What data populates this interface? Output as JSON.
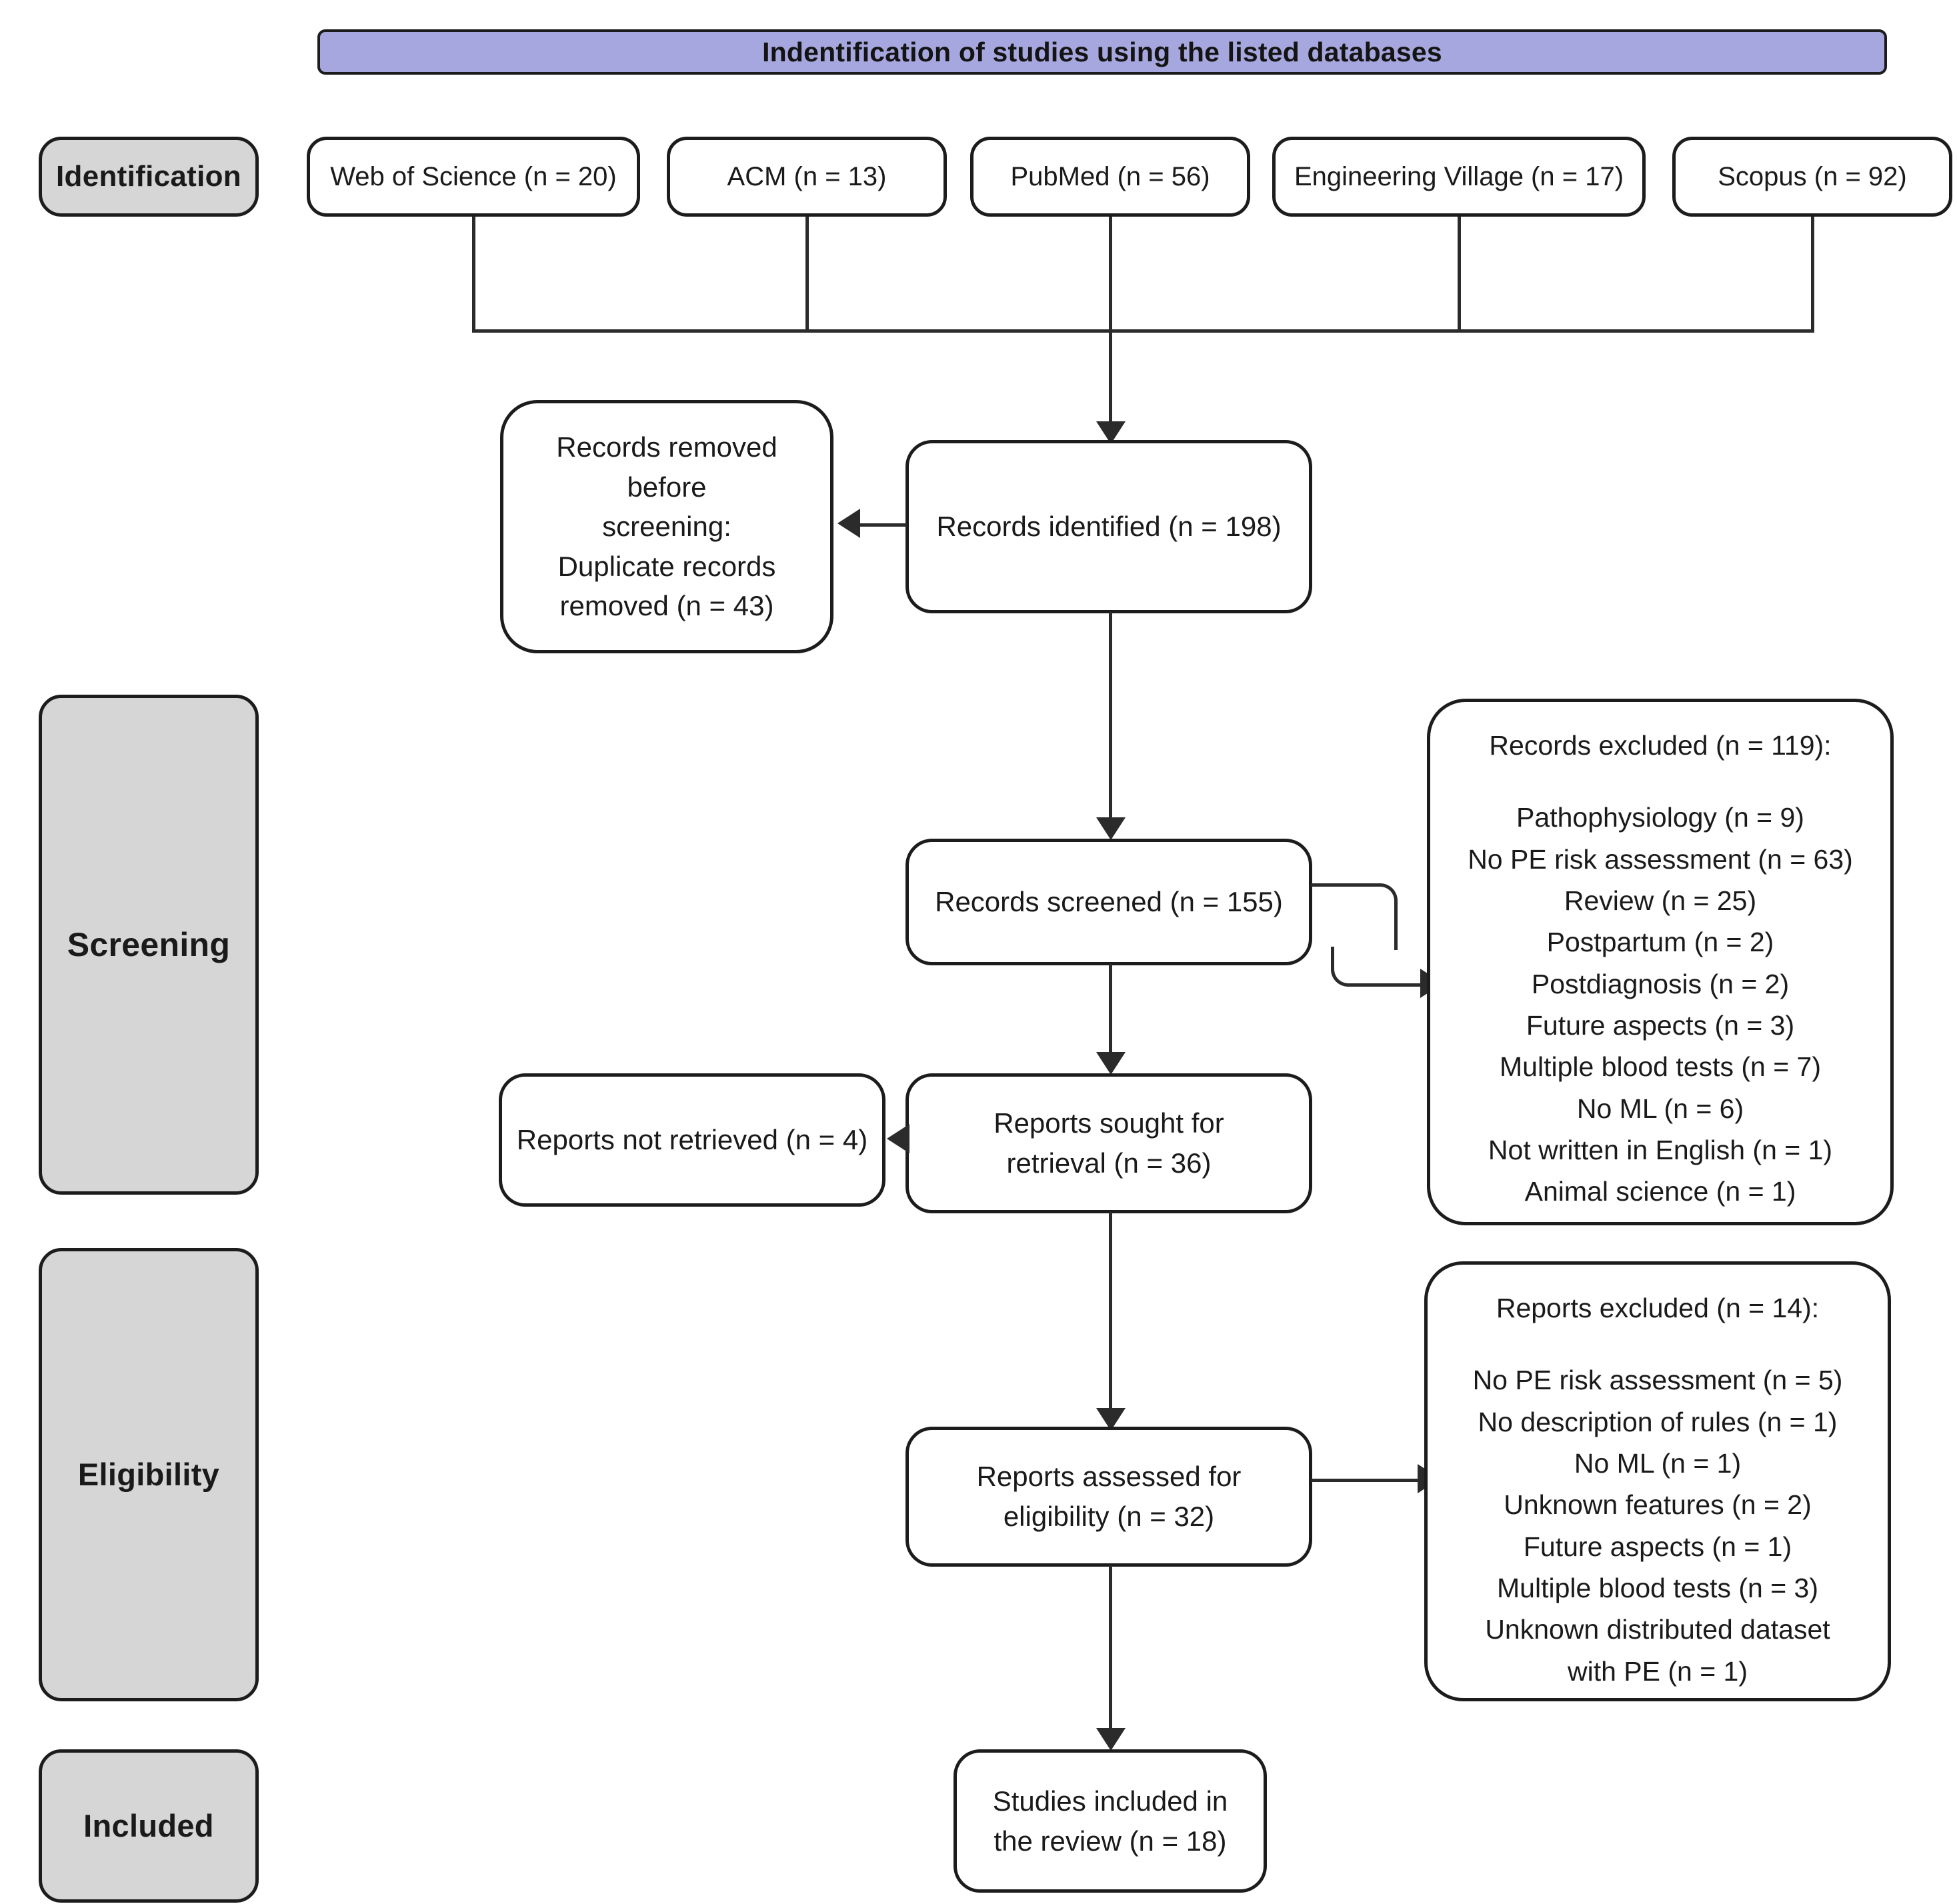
{
  "banner": {
    "title": "Indentification of studies using the listed databases",
    "color": "#a7a7df"
  },
  "stage_labels": [
    {
      "key": "identification",
      "label": "Identification"
    },
    {
      "key": "screening",
      "label": "Screening"
    },
    {
      "key": "eligibility",
      "label": "Eligibility"
    },
    {
      "key": "included",
      "label": "Included"
    }
  ],
  "databases": [
    {
      "key": "web-of-science",
      "label": "Web of Science (n = 20)"
    },
    {
      "key": "acm",
      "label": "ACM (n = 13)"
    },
    {
      "key": "pubmed",
      "label": "PubMed (n = 56)"
    },
    {
      "key": "engineering-village",
      "label": "Engineering Village (n = 17)"
    },
    {
      "key": "scopus",
      "label": "Scopus (n = 92)"
    }
  ],
  "flow": {
    "records_identified": "Records identified (n = 198)",
    "records_removed": {
      "line1": "Records removed before",
      "line2": "screening:",
      "line3": "Duplicate records",
      "line4": "removed (n = 43)"
    },
    "records_screened": "Records screened (n = 155)",
    "reports_sought": {
      "line1": "Reports sought for",
      "line2": "retrieval (n = 36)"
    },
    "reports_not_retrieved": "Reports not retrieved (n = 4)",
    "reports_assessed": {
      "line1": "Reports assessed for",
      "line2": "eligibility (n = 32)"
    },
    "studies_included": {
      "line1": "Studies included in",
      "line2": "the review (n = 18)"
    }
  },
  "records_excluded": {
    "heading": "Records excluded (n = 119):",
    "reasons": [
      "Pathophysiology (n = 9)",
      "No PE risk assessment (n = 63)",
      "Review (n = 25)",
      "Postpartum (n = 2)",
      "Postdiagnosis (n = 2)",
      "Future aspects (n = 3)",
      "Multiple blood tests (n = 7)",
      "No ML (n = 6)",
      "Not written in English (n = 1)",
      "Animal science (n = 1)"
    ]
  },
  "reports_excluded": {
    "heading": "Reports excluded (n = 14):",
    "reasons": [
      "No PE risk assessment (n = 5)",
      "No description of rules (n = 1)",
      "No ML (n = 1)",
      "Unknown features (n = 2)",
      "Future aspects (n = 1)",
      "Multiple blood tests (n = 3)",
      "Unknown distributed dataset",
      "with PE (n = 1)"
    ]
  },
  "chart_data": {
    "type": "diagram",
    "title": "Indentification of studies using the listed databases",
    "nodes": [
      {
        "id": "web-of-science",
        "label": "Web of Science (n = 20)",
        "n": 20,
        "stage": "Identification"
      },
      {
        "id": "acm",
        "label": "ACM (n = 13)",
        "n": 13,
        "stage": "Identification"
      },
      {
        "id": "pubmed",
        "label": "PubMed (n = 56)",
        "n": 56,
        "stage": "Identification"
      },
      {
        "id": "engineering-village",
        "label": "Engineering Village (n = 17)",
        "n": 17,
        "stage": "Identification"
      },
      {
        "id": "scopus",
        "label": "Scopus (n = 92)",
        "n": 92,
        "stage": "Identification"
      },
      {
        "id": "records-identified",
        "label": "Records identified (n = 198)",
        "n": 198,
        "stage": "Identification"
      },
      {
        "id": "records-removed",
        "label": "Records removed before screening: Duplicate records removed (n = 43)",
        "n": 43,
        "stage": "Identification"
      },
      {
        "id": "records-screened",
        "label": "Records screened (n = 155)",
        "n": 155,
        "stage": "Screening"
      },
      {
        "id": "records-excluded",
        "label": "Records excluded (n = 119)",
        "n": 119,
        "stage": "Screening"
      },
      {
        "id": "reports-sought",
        "label": "Reports sought for retrieval (n = 36)",
        "n": 36,
        "stage": "Screening"
      },
      {
        "id": "reports-not-retrieved",
        "label": "Reports not retrieved (n = 4)",
        "n": 4,
        "stage": "Screening"
      },
      {
        "id": "reports-assessed",
        "label": "Reports assessed for eligibility (n = 32)",
        "n": 32,
        "stage": "Eligibility"
      },
      {
        "id": "reports-excluded",
        "label": "Reports excluded (n = 14)",
        "n": 14,
        "stage": "Eligibility"
      },
      {
        "id": "studies-included",
        "label": "Studies included in the review (n = 18)",
        "n": 18,
        "stage": "Included"
      }
    ],
    "edges": [
      {
        "from": "web-of-science",
        "to": "records-identified"
      },
      {
        "from": "acm",
        "to": "records-identified"
      },
      {
        "from": "pubmed",
        "to": "records-identified"
      },
      {
        "from": "engineering-village",
        "to": "records-identified"
      },
      {
        "from": "scopus",
        "to": "records-identified"
      },
      {
        "from": "records-identified",
        "to": "records-removed"
      },
      {
        "from": "records-identified",
        "to": "records-screened"
      },
      {
        "from": "records-screened",
        "to": "records-excluded"
      },
      {
        "from": "records-screened",
        "to": "reports-sought"
      },
      {
        "from": "reports-sought",
        "to": "reports-not-retrieved"
      },
      {
        "from": "reports-sought",
        "to": "reports-assessed"
      },
      {
        "from": "reports-assessed",
        "to": "reports-excluded"
      },
      {
        "from": "reports-assessed",
        "to": "studies-included"
      }
    ]
  }
}
